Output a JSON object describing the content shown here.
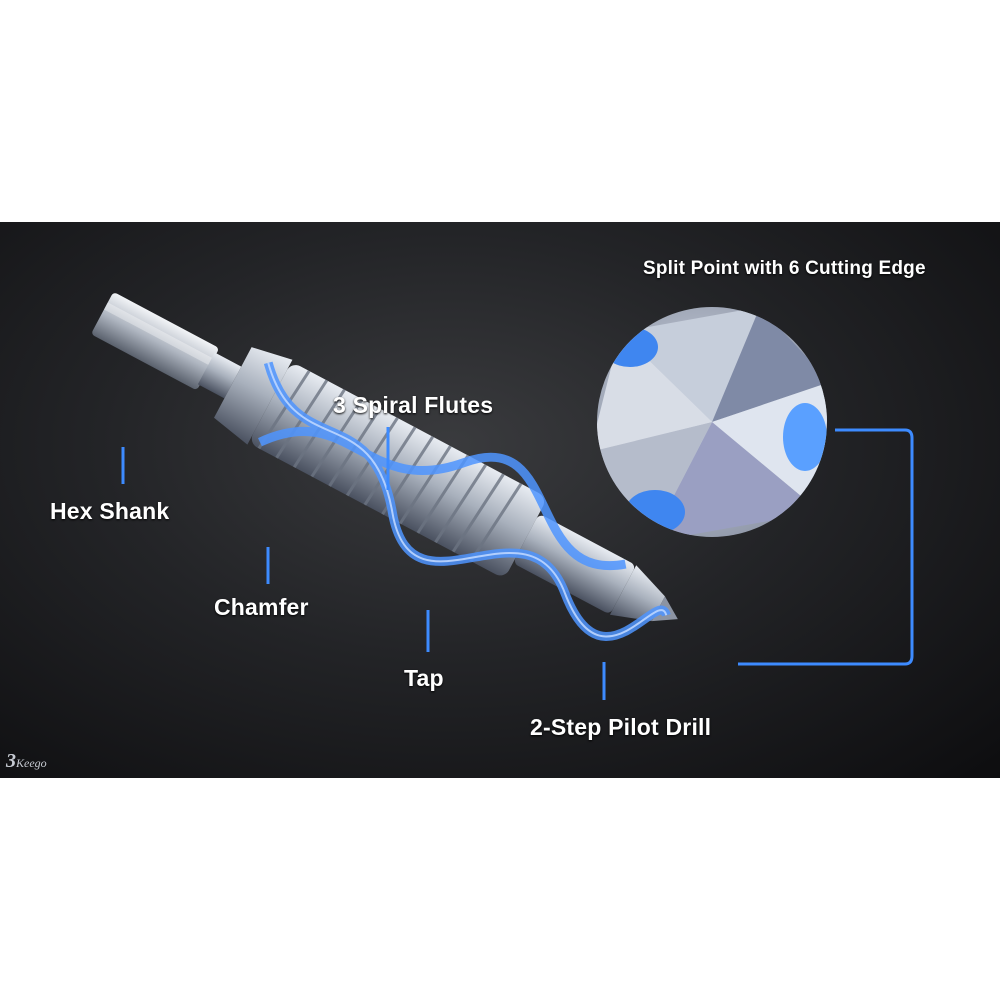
{
  "labels": {
    "split_point": "Split Point with 6 Cutting Edge",
    "spiral_flutes": "3 Spiral Flutes",
    "hex_shank": "Hex Shank",
    "chamfer": "Chamfer",
    "tap": "Tap",
    "pilot_drill": "2-Step Pilot Drill"
  },
  "logo": {
    "digit": "3",
    "word": "Keego"
  },
  "colors": {
    "accent_blue": "#3d8bff",
    "background": "#1c1d20",
    "steel": "#b8bec9"
  }
}
